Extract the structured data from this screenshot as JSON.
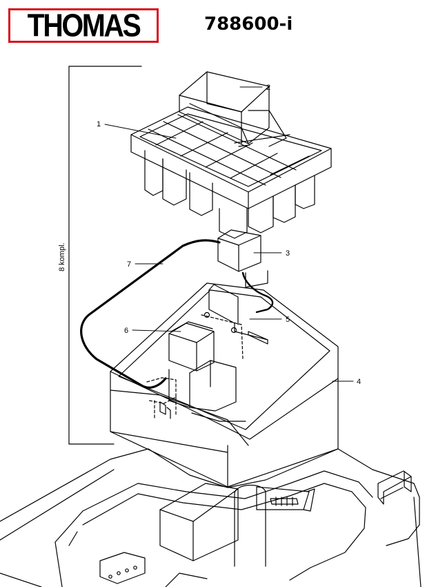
{
  "header": {
    "logo_text": "THOMAS",
    "part_number": "788600-i"
  },
  "callouts": [
    {
      "id": "1",
      "label": "1"
    },
    {
      "id": "2",
      "label": "2"
    },
    {
      "id": "3",
      "label": "3"
    },
    {
      "id": "4",
      "label": "4"
    },
    {
      "id": "5",
      "label": "5"
    },
    {
      "id": "6",
      "label": "6"
    },
    {
      "id": "7",
      "label": "7"
    }
  ],
  "assembly_label": "8 kompl.",
  "colors": {
    "logo_border": "#d8121a",
    "line": "#000000"
  }
}
